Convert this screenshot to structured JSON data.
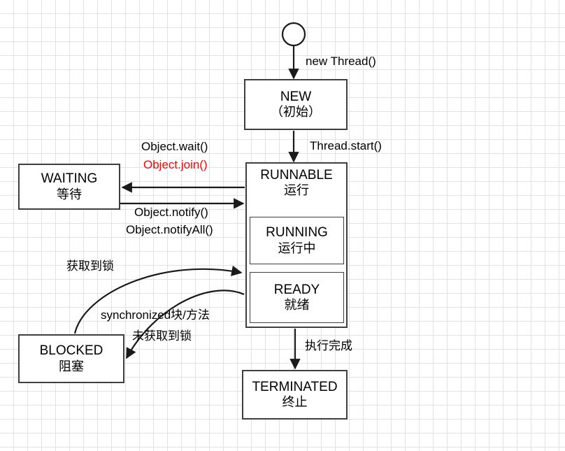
{
  "diagram": {
    "title": "Java Thread State Machine",
    "background": "#ffffff",
    "grid_color": "#e2e2e2",
    "stroke_color": "#3f3f3f",
    "accent_color": "#ff0000",
    "start_node": {
      "name": "start-circle"
    },
    "nodes": [
      {
        "id": "new",
        "en": "NEW",
        "cn": "（初始）"
      },
      {
        "id": "runnable",
        "en": "RUNNABLE",
        "cn": "运行"
      },
      {
        "id": "running",
        "en": "RUNNING",
        "cn": "运行中"
      },
      {
        "id": "ready",
        "en": "READY",
        "cn": "就绪"
      },
      {
        "id": "waiting",
        "en": "WAITING",
        "cn": "等待"
      },
      {
        "id": "blocked",
        "en": "BLOCKED",
        "cn": "阻塞"
      },
      {
        "id": "terminated",
        "en": "TERMINATED",
        "cn": "终止"
      }
    ],
    "labels": {
      "new_thread": "new Thread()",
      "thread_start": "Thread.start()",
      "object_wait": "Object.wait()",
      "object_join": "Object.join()",
      "object_notify": "Object.notify()",
      "object_notify_all": "Object.notifyAll()",
      "acquired_lock": "获取到锁",
      "synchronized_block": "synchronized块/方法",
      "not_acquired_lock": "未获取到锁",
      "execution_complete": "执行完成"
    }
  }
}
